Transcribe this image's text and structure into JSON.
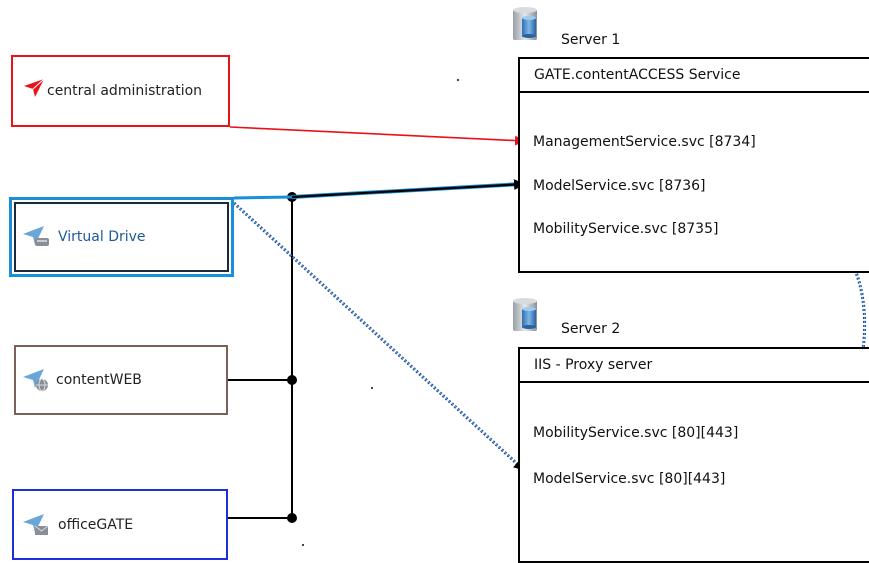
{
  "clients": {
    "central_admin": {
      "label": "central administration",
      "icon": "red-plane-icon",
      "border_color": "#e8121b"
    },
    "virtual_drive": {
      "label": "Virtual Drive",
      "icon": "drive-plane-icon",
      "border_color": "#1a8ed8"
    },
    "content_web": {
      "label": "contentWEB",
      "icon": "globe-plane-icon",
      "border_color": "#7a6256"
    },
    "office_gate": {
      "label": "officeGATE",
      "icon": "mail-plane-icon",
      "border_color": "#1d2ee0"
    }
  },
  "servers": {
    "server1": {
      "title": "Server 1",
      "header": "GATE.contentACCESS Service",
      "services": [
        "ManagementService.svc [8734]",
        "ModelService.svc [8736]",
        "MobilityService.svc [8735]"
      ]
    },
    "server2": {
      "title": "Server 2",
      "header": "IIS - Proxy server",
      "services": [
        "MobilityService.svc [80][443]",
        "ModelService.svc [80][443]"
      ]
    }
  },
  "colors": {
    "red_arrow": "#e8121b",
    "blue_arrow": "#1a8ed8",
    "dark_blue": "#1f3b8a",
    "bus_line": "#000000"
  }
}
